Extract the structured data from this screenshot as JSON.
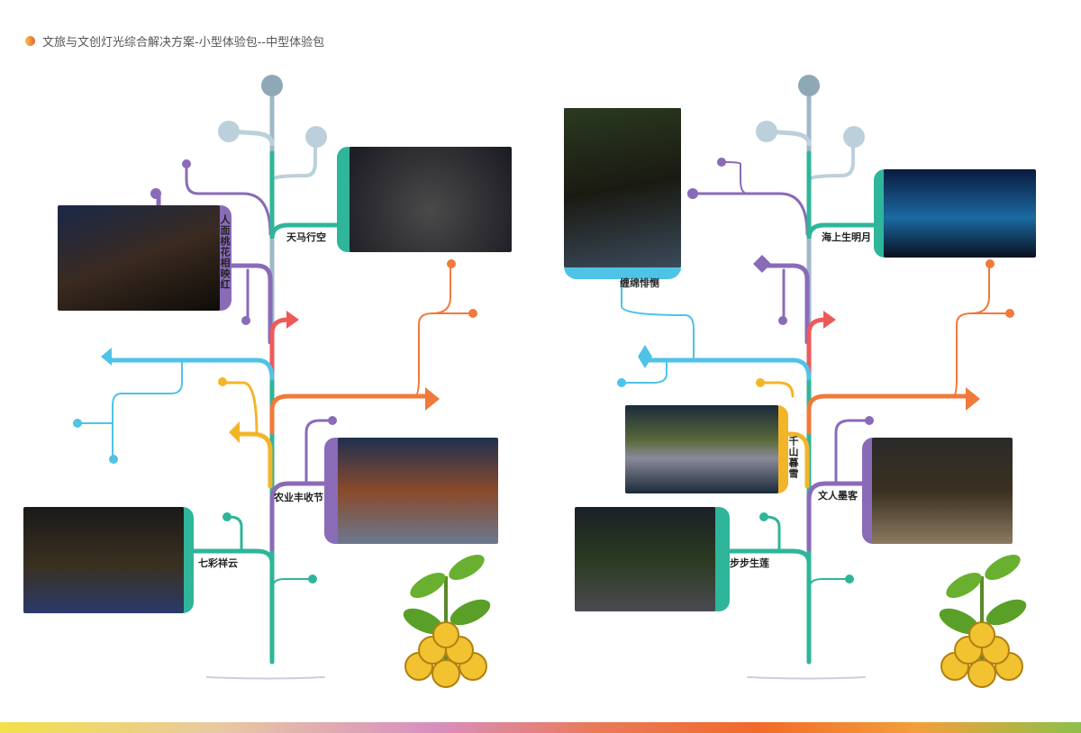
{
  "title": "文旅与文创灯光综合解决方案-小型体验包--中型体验包",
  "left_tree": {
    "labels": {
      "renmian": "人面桃花相映红",
      "tianma": "天马行空",
      "nongye": "农业丰收节",
      "qicai": "七彩祥云"
    }
  },
  "right_tree": {
    "labels": {
      "chanmian": "缠绵悱恻",
      "haishang": "海上生明月",
      "qianshan": "千山暮雪",
      "wenren": "文人墨客",
      "bubu": "步步生莲"
    }
  },
  "colors": {
    "teal": "#2fb59a",
    "purple": "#8a6bb8",
    "red": "#ee5a5a",
    "blue": "#4fc3e6",
    "orange": "#f07a3a",
    "yellow": "#f2b52a",
    "gray": "#9fb8c8"
  }
}
